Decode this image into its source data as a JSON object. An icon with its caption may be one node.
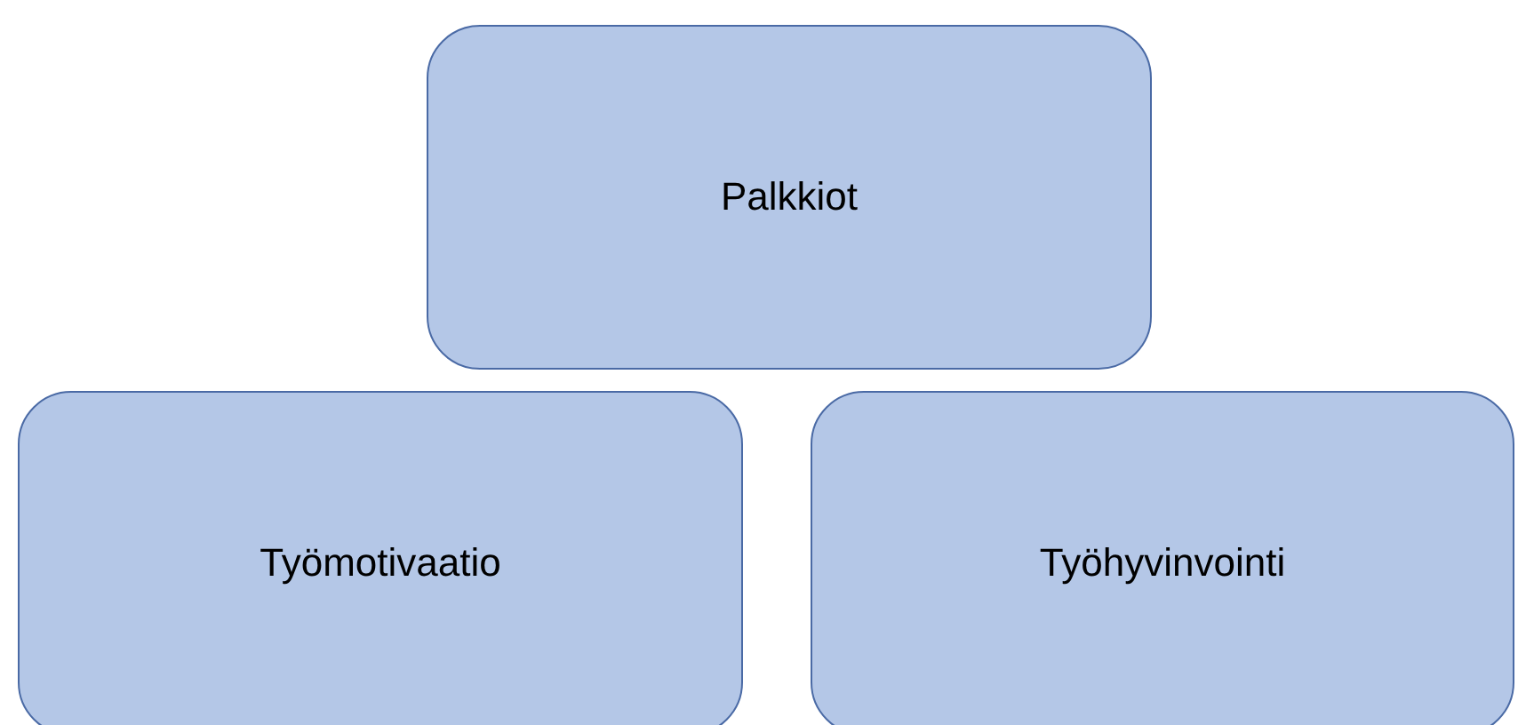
{
  "diagram": {
    "nodes": [
      {
        "text": [
          "Palkkiot"
        ]
      },
      {
        "text": [
          "Työmotivaatio"
        ]
      },
      {
        "text": [
          "Työhyvinvointi"
        ]
      }
    ]
  }
}
